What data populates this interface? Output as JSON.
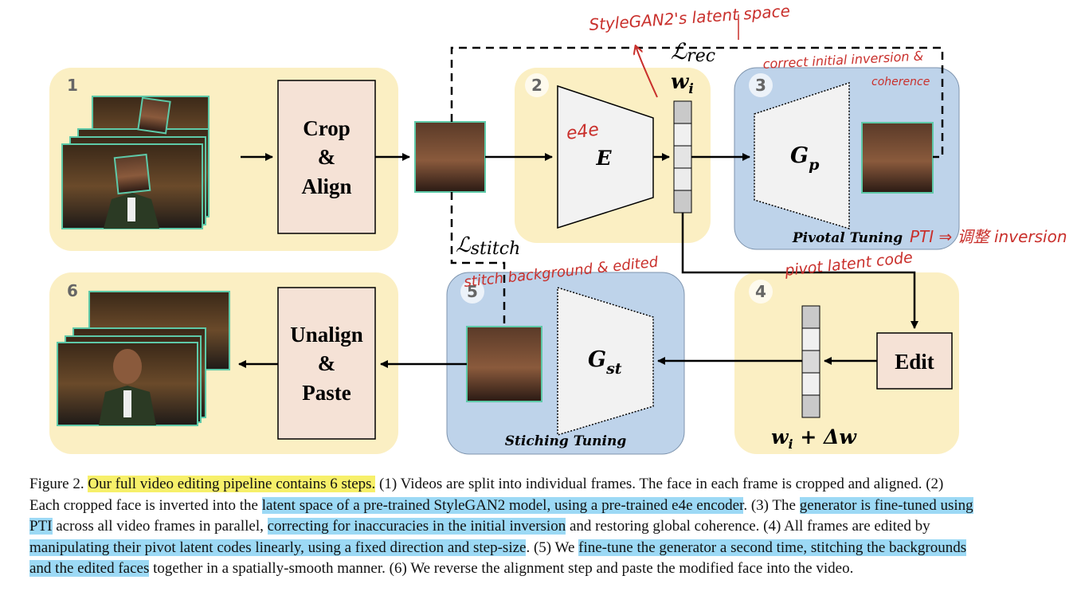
{
  "diagram": {
    "steps": {
      "s1": "1",
      "s2": "2",
      "s3": "3",
      "s4": "4",
      "s5": "5",
      "s6": "6"
    },
    "boxes": {
      "crop_align": [
        "Crop",
        "&",
        "Align"
      ],
      "unalign_paste": [
        "Unalign",
        "&",
        "Paste"
      ],
      "edit": "Edit"
    },
    "modules": {
      "encoder": "E",
      "gp_main": "G",
      "gp_sub": "p",
      "gst_main": "G",
      "gst_sub": "st"
    },
    "latents": {
      "wi_main": "w",
      "wi_sub": "i",
      "edited_main": "w",
      "edited_sub": "i",
      "edited_rest": " + Δw"
    },
    "losses": {
      "rec_main": "ℒ",
      "rec_sub": "rec",
      "stitch_main": "ℒ",
      "stitch_sub": "stitch"
    },
    "panel_titles": {
      "pivotal": "Pivotal Tuning",
      "stiching": "Stiching Tuning"
    },
    "handwritten_notes": {
      "latent_space": "StyleGAN2's latent space",
      "correct": "correct initial inversion &",
      "coherence": "coherence",
      "e4e": "e4e",
      "pti": "PTI ⇒ 调整 inversion",
      "pivot_code": "pivot latent code",
      "stitch_note": "stitch background & edited"
    },
    "colors": {
      "yellow_panel": "#fbefc3",
      "blue_panel": "#bed3ea",
      "peach_box": "#f5e2d6",
      "module_fill": "#f2f2f2",
      "ink_red": "#c9302c",
      "highlight_yellow": "#f7f06a",
      "highlight_blue": "#9cd9f5"
    }
  },
  "caption": {
    "c1": "Figure 2.  ",
    "c2": "Our full video editing pipeline contains 6 steps.",
    "c3": " (1) Videos are split into individual frames. The face in each frame is cropped and aligned. (2) Each cropped face is inverted into the ",
    "c4": "latent space of a pre-trained StyleGAN2 model, using a pre-trained e4e encoder",
    "c5": ". (3) The ",
    "c6": "generator is fine-tuned using PTI",
    "c7": " across all video frames in parallel, ",
    "c8": "correcting for inaccuracies in the initial inversion",
    "c9": " and restoring global coherence. (4) All frames are edited by ",
    "c10": "manipulating their pivot latent codes linearly, using a fixed direction and step-size",
    "c11": ". (5) We ",
    "c12": "fine-tune the generator",
    "c13": " a second time, stitching the backgrounds and the edited faces",
    "c14": " together in a spatially-smooth manner. (6) We reverse the alignment step and paste the modified face into the video."
  }
}
